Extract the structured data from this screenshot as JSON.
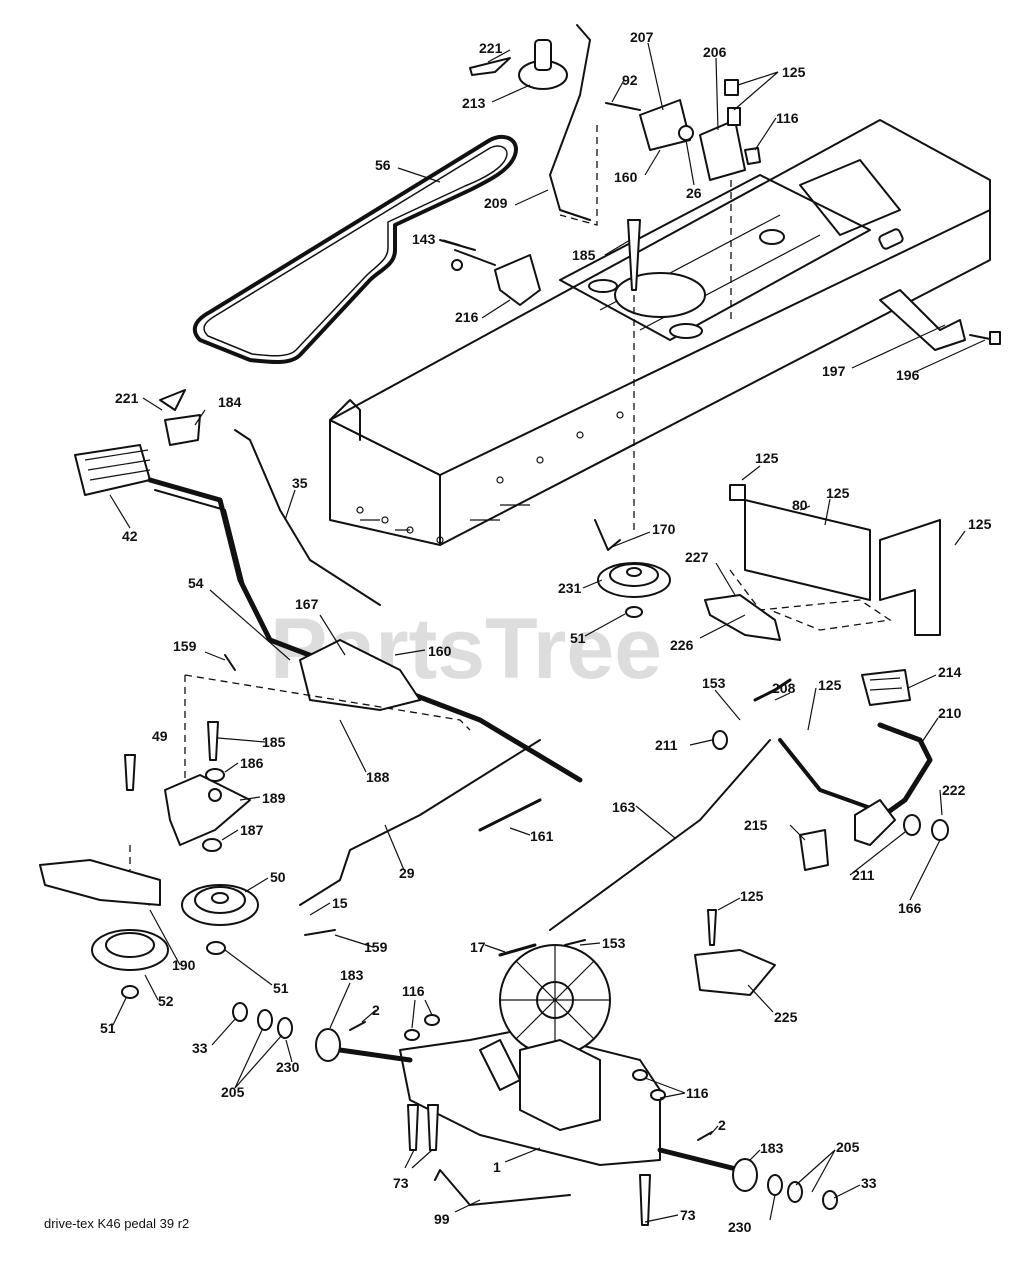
{
  "watermark": "PartsTree",
  "caption": "drive-tex K46 pedal 39 r2",
  "callouts": [
    {
      "id": "c221a",
      "text": "221"
    },
    {
      "id": "c213",
      "text": "213"
    },
    {
      "id": "c207",
      "text": "207"
    },
    {
      "id": "c206",
      "text": "206"
    },
    {
      "id": "c125a",
      "text": "125"
    },
    {
      "id": "c92",
      "text": "92"
    },
    {
      "id": "c116a",
      "text": "116"
    },
    {
      "id": "c160a",
      "text": "160"
    },
    {
      "id": "c26",
      "text": "26"
    },
    {
      "id": "c56",
      "text": "56"
    },
    {
      "id": "c209",
      "text": "209"
    },
    {
      "id": "c185a",
      "text": "185"
    },
    {
      "id": "c143",
      "text": "143"
    },
    {
      "id": "c216",
      "text": "216"
    },
    {
      "id": "c197",
      "text": "197"
    },
    {
      "id": "c196",
      "text": "196"
    },
    {
      "id": "c221b",
      "text": "221"
    },
    {
      "id": "c184",
      "text": "184"
    },
    {
      "id": "c35",
      "text": "35"
    },
    {
      "id": "c42",
      "text": "42"
    },
    {
      "id": "c125b",
      "text": "125"
    },
    {
      "id": "c125c",
      "text": "125"
    },
    {
      "id": "c80",
      "text": "80"
    },
    {
      "id": "c125d",
      "text": "125"
    },
    {
      "id": "c170",
      "text": "170"
    },
    {
      "id": "c227",
      "text": "227"
    },
    {
      "id": "c231",
      "text": "231"
    },
    {
      "id": "c54",
      "text": "54"
    },
    {
      "id": "c167",
      "text": "167"
    },
    {
      "id": "c160b",
      "text": "160"
    },
    {
      "id": "c51a",
      "text": "51"
    },
    {
      "id": "c226",
      "text": "226"
    },
    {
      "id": "c159a",
      "text": "159"
    },
    {
      "id": "c214",
      "text": "214"
    },
    {
      "id": "c153a",
      "text": "153"
    },
    {
      "id": "c208",
      "text": "208"
    },
    {
      "id": "c125e",
      "text": "125"
    },
    {
      "id": "c210",
      "text": "210"
    },
    {
      "id": "c49",
      "text": "49"
    },
    {
      "id": "c185b",
      "text": "185"
    },
    {
      "id": "c211a",
      "text": "211"
    },
    {
      "id": "c186",
      "text": "186"
    },
    {
      "id": "c188",
      "text": "188"
    },
    {
      "id": "c189",
      "text": "189"
    },
    {
      "id": "c163",
      "text": "163"
    },
    {
      "id": "c222",
      "text": "222"
    },
    {
      "id": "c187",
      "text": "187"
    },
    {
      "id": "c161",
      "text": "161"
    },
    {
      "id": "c215",
      "text": "215"
    },
    {
      "id": "c29",
      "text": "29"
    },
    {
      "id": "c211b",
      "text": "211"
    },
    {
      "id": "c50",
      "text": "50"
    },
    {
      "id": "c166",
      "text": "166"
    },
    {
      "id": "c15",
      "text": "15"
    },
    {
      "id": "c125f",
      "text": "125"
    },
    {
      "id": "c159b",
      "text": "159"
    },
    {
      "id": "c190",
      "text": "190"
    },
    {
      "id": "c17",
      "text": "17"
    },
    {
      "id": "c153b",
      "text": "153"
    },
    {
      "id": "c51b",
      "text": "51"
    },
    {
      "id": "c52",
      "text": "52"
    },
    {
      "id": "c225",
      "text": "225"
    },
    {
      "id": "c183a",
      "text": "183"
    },
    {
      "id": "c116b",
      "text": "116"
    },
    {
      "id": "c2a",
      "text": "2"
    },
    {
      "id": "c51c",
      "text": "51"
    },
    {
      "id": "c33a",
      "text": "33"
    },
    {
      "id": "c205a",
      "text": "205"
    },
    {
      "id": "c230a",
      "text": "230"
    },
    {
      "id": "c116c",
      "text": "116"
    },
    {
      "id": "c2b",
      "text": "2"
    },
    {
      "id": "c183b",
      "text": "183"
    },
    {
      "id": "c205b",
      "text": "205"
    },
    {
      "id": "c1",
      "text": "1"
    },
    {
      "id": "c73a",
      "text": "73"
    },
    {
      "id": "c33b",
      "text": "33"
    },
    {
      "id": "c99",
      "text": "99"
    },
    {
      "id": "c73b",
      "text": "73"
    },
    {
      "id": "c230b",
      "text": "230"
    }
  ]
}
